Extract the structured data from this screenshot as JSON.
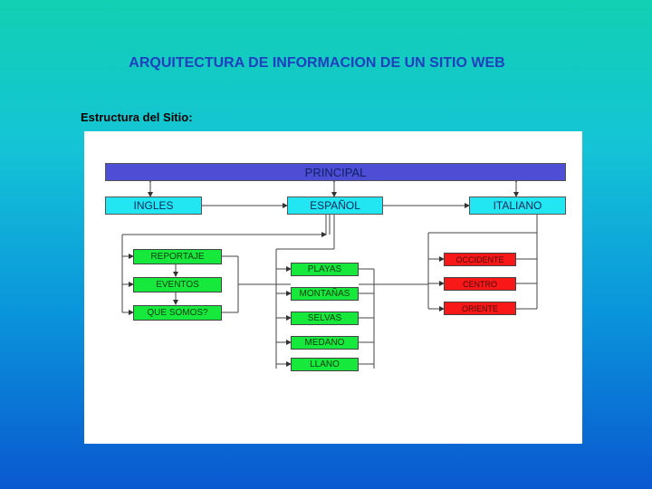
{
  "title": "ARQUITECTURA DE INFORMACION DE UN SITIO WEB",
  "subtitle": "Estructura del Sitio:",
  "diagram": {
    "principal": "PRINCIPAL",
    "languages": [
      "INGLES",
      "ESPAÑOL",
      "ITALIANO"
    ],
    "left_group": [
      "REPORTAJE",
      "EVENTOS",
      "QUE SOMOS?"
    ],
    "center_group": [
      "PLAYAS",
      "MONTAÑAS",
      "SELVAS",
      "MEDANO",
      "LLANO"
    ],
    "right_group": [
      "OCCIDENTE",
      "CENTRO",
      "ORIENTE"
    ]
  },
  "colors": {
    "principal": "#4d4dd6",
    "language": "#22e6f2",
    "green": "#17e83c",
    "red": "#f81818"
  }
}
